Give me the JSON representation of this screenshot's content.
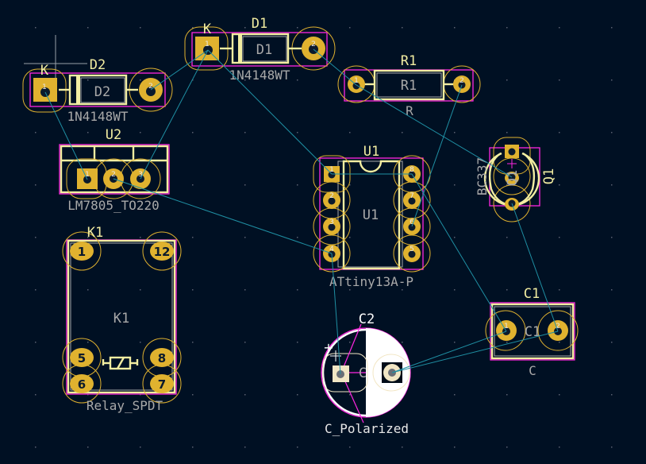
{
  "app": {
    "view": "PCB Editor board canvas"
  },
  "colors": {
    "background": "#001023",
    "silkscreen": "#f2eda1",
    "fabrication": "#a9a9a9",
    "courtyard": "#ff26e2",
    "copper_pad": "#e0b22f",
    "ratsnest": "#1f8fa3",
    "c2_pad": "#f2e6c4"
  },
  "footprints": {
    "D2": {
      "reference": "D2",
      "fab_reference": "D2",
      "value": "1N4148WT",
      "cathode_mark": "K",
      "pads": [
        "1",
        "2"
      ]
    },
    "D1": {
      "reference": "D1",
      "fab_reference": "D1",
      "value": "1N4148WT",
      "cathode_mark": "K",
      "pads": [
        "1",
        "2"
      ]
    },
    "R1": {
      "reference": "R1",
      "fab_reference": "R1",
      "value": "R",
      "pads": [
        "1",
        "2"
      ]
    },
    "Q1": {
      "reference": "Q1",
      "fab_reference": "Q1",
      "value": "BC337",
      "pads": [
        "1",
        "2",
        "3"
      ]
    },
    "U2": {
      "reference": "U2",
      "value": "LM7805_TO220",
      "pads": [
        "1",
        "2",
        "3"
      ]
    },
    "U1": {
      "reference": "U1",
      "fab_reference": "U1",
      "value": "ATtiny13A-P",
      "pads": [
        "1",
        "2",
        "3",
        "4",
        "5",
        "6",
        "7",
        "8"
      ]
    },
    "K1": {
      "reference": "K1",
      "fab_reference": "K1",
      "value": "Relay_SPDT",
      "pads": [
        "1",
        "12",
        "5",
        "8",
        "6",
        "7"
      ]
    },
    "C2": {
      "reference": "C2",
      "fab_reference": "C",
      "value": "C_Polarized",
      "polarity_mark": "+",
      "pads": [
        "1",
        "2"
      ]
    },
    "C1": {
      "reference": "C1",
      "fab_reference": "C1",
      "value": "C",
      "pads": [
        "1",
        "2"
      ]
    }
  },
  "ratsnest": [
    {
      "from": "D2.1",
      "to": "U2.1"
    },
    {
      "from": "D2.2",
      "to": "D1.1"
    },
    {
      "from": "D1.1",
      "to": "U2.3"
    },
    {
      "from": "D1.1",
      "to": "U1.1"
    },
    {
      "from": "D1.2",
      "to": "R1.1"
    },
    {
      "from": "R1.1",
      "to": "Q1.2"
    },
    {
      "from": "R1.2",
      "to": "U1.6"
    },
    {
      "from": "U2.2",
      "to": "U1.4"
    },
    {
      "from": "U1.1",
      "to": "U1.8"
    },
    {
      "from": "U1.8",
      "to": "C1.1"
    },
    {
      "from": "U1.4",
      "to": "C2.1"
    },
    {
      "from": "Q1.3",
      "to": "C1.2"
    },
    {
      "from": "C2.2",
      "to": "C1.1"
    },
    {
      "from": "C2.2",
      "to": "C1.2"
    }
  ]
}
